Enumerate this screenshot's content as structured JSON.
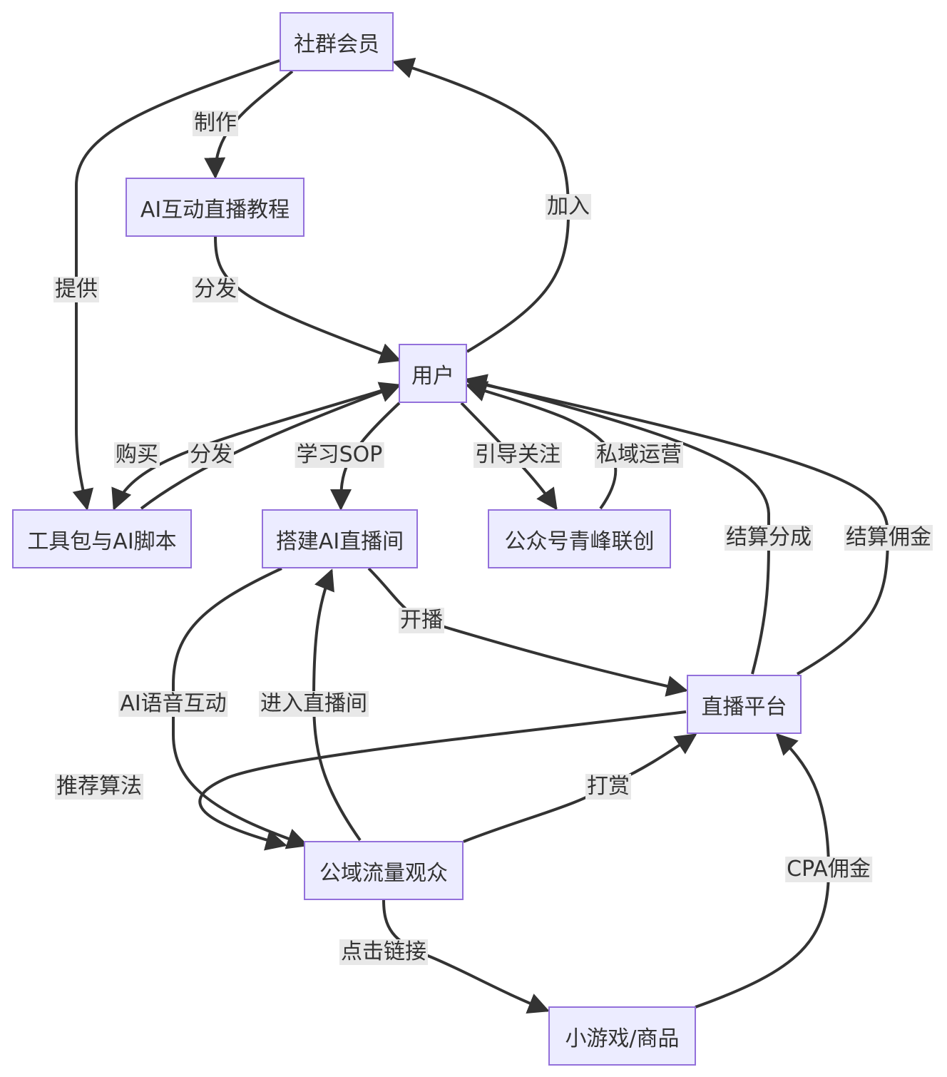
{
  "colors": {
    "node_fill": "#ECECFF",
    "node_border": "#9370DB",
    "edge": "#333333",
    "label_bg": "#E8E8E8",
    "text": "#333333"
  },
  "nodes": {
    "community": "社群会员",
    "tutorial": "AI互动直播教程",
    "user": "用户",
    "toolkit": "工具包与AI脚本",
    "setup": "搭建AI直播间",
    "official": "公众号青峰联创",
    "platform": "直播平台",
    "audience": "公域流量观众",
    "games": "小游戏/商品"
  },
  "edges": {
    "make": "制作",
    "provide": "提供",
    "distribute1": "分发",
    "join": "加入",
    "buy": "购买",
    "distribute2": "分发",
    "learn": "学习SOP",
    "guide": "引导关注",
    "private": "私域运营",
    "settle_share": "结算分成",
    "settle_comm": "结算佣金",
    "live": "开播",
    "voice": "AI语音互动",
    "enter": "进入直播间",
    "recommend": "推荐算法",
    "tip": "打赏",
    "cpa": "CPA佣金",
    "click": "点击链接"
  }
}
